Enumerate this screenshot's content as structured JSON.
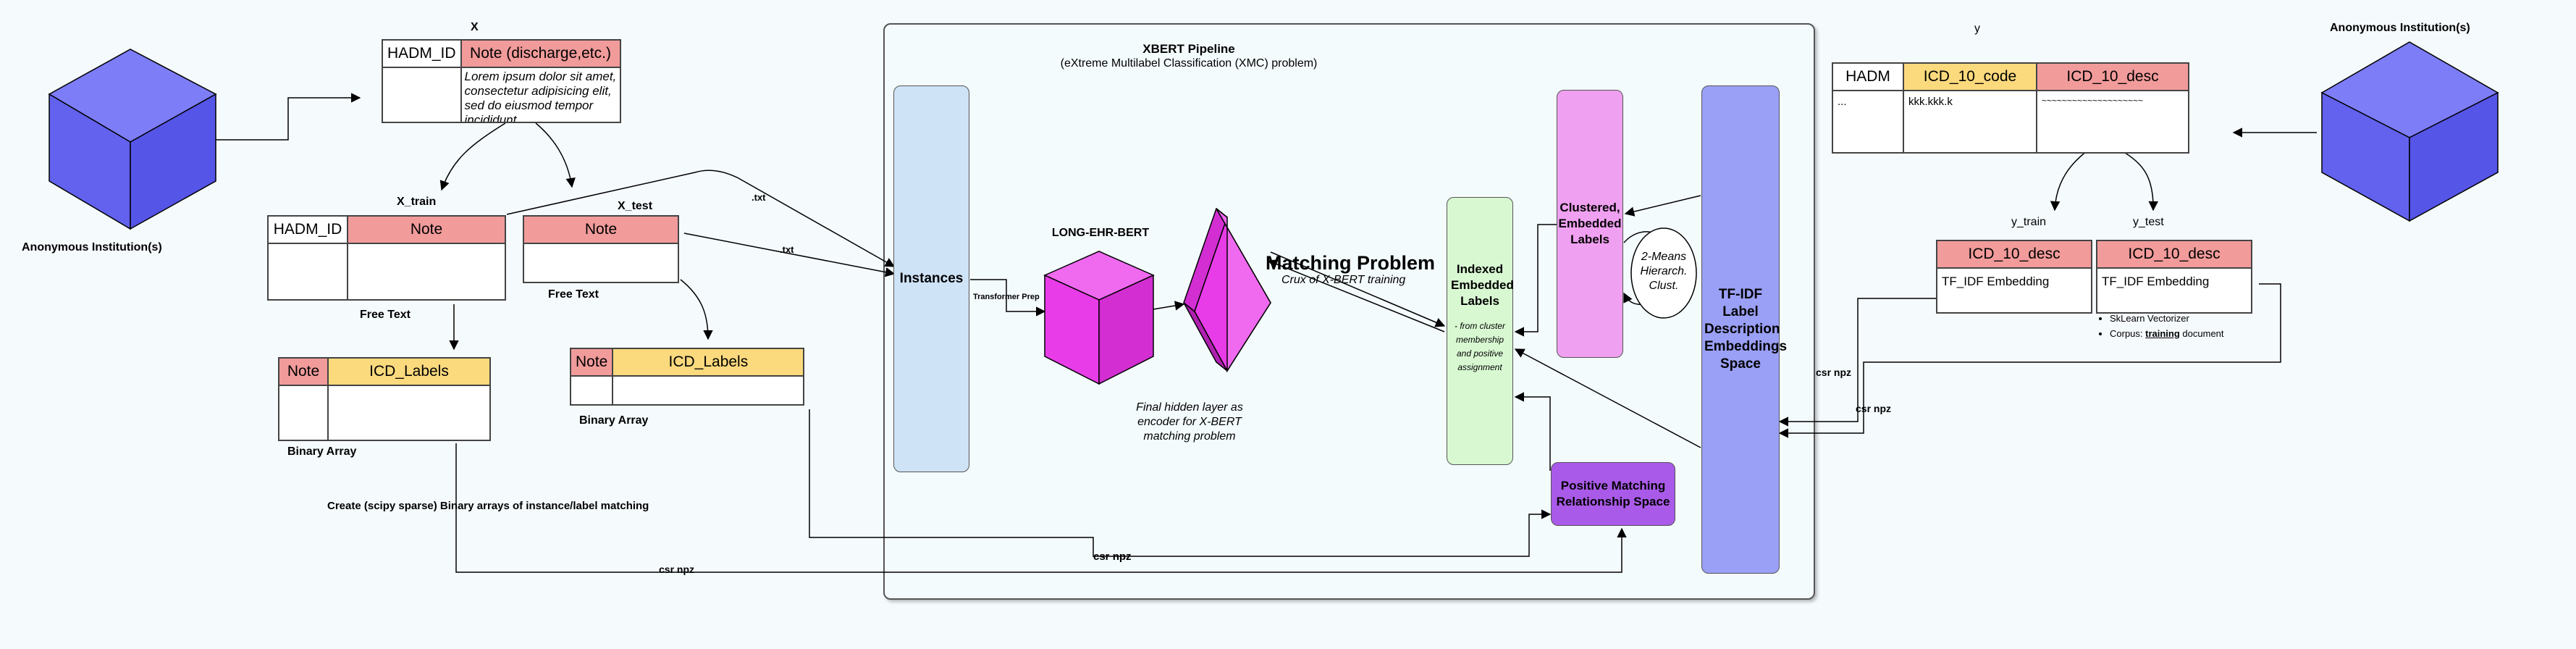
{
  "left_institution": {
    "label": "Anonymous Institution(s)",
    "color": "#6b6bf5"
  },
  "right_institution": {
    "label": "Anonymous Institution(s)",
    "color": "#6b6bf5"
  },
  "x_table": {
    "title": "X",
    "headers": [
      "HADM_ID",
      "Note (discharge,etc.)"
    ],
    "body_text": "Lorem ipsum dolor sit amet, consectetur adipisicing elit, sed do eiusmod tempor incididunt"
  },
  "x_train": {
    "title": "X_train",
    "headers": [
      "HADM_ID",
      "Note"
    ],
    "caption": "Free Text"
  },
  "x_test": {
    "title": "X_test",
    "headers": [
      "Note"
    ],
    "caption": "Free Text"
  },
  "binary_left": {
    "headers": [
      "Note",
      "ICD_Labels"
    ],
    "caption": "Binary Array"
  },
  "binary_right": {
    "headers": [
      "Note",
      "ICD_Labels"
    ],
    "caption": "Binary Array"
  },
  "sparse_note": "Create (scipy sparse) Binary arrays of instance/label matching",
  "edge_labels": {
    "txt_1": ".txt",
    "txt_2": ".txt",
    "csr_npz_1": "csr npz",
    "csr_npz_2": "csr npz",
    "csr_npz_3": "csr npz",
    "csr_npz_4": "csr npz",
    "transformer_prep": "Transformer Prep"
  },
  "pipeline": {
    "title": "XBERT Pipeline",
    "subtitle": "(eXtreme Multilabel Classification (XMC) problem)",
    "instances": "Instances",
    "long_ehr_bert": "LONG-EHR-BERT",
    "final_hidden": "Final hidden layer as encoder for X-BERT matching problem",
    "matching_title": "Matching Problem",
    "matching_subtitle": "Crux of X-BERT training",
    "indexed": "Indexed Embedded Labels",
    "indexed_note": "- from cluster membership and positive assignment",
    "clustered": "Clustered, Embedded Labels",
    "two_means": "2-Means Hierarch. Clust.",
    "positive_matching": "Positive Matching Relationship Space",
    "tfidf_space": "TF-IDF Label Description Embeddings Space",
    "colors": {
      "instances": "#cfe3f7",
      "cube": "#e83ce8",
      "indexed": "#d8f8d2",
      "clustered": "#f0a0f0",
      "tfidf": "#9aa0f5",
      "positive": "#a95ae8"
    }
  },
  "y_table": {
    "title": "y",
    "headers": [
      "HADM",
      "ICD_10_code",
      "ICD_10_desc"
    ],
    "row": [
      "...",
      "kkk.kkk.k",
      "~~~~~~~~~~~~~~~~~~~~"
    ]
  },
  "y_train": {
    "title": "y_train",
    "header": "ICD_10_desc",
    "cell": "TF_IDF Embedding"
  },
  "y_test": {
    "title": "y_test",
    "header": "ICD_10_desc",
    "cell": "TF_IDF Embedding"
  },
  "bullets": {
    "item1": "SkLearn Vectorizer",
    "item2_prefix": "Corpus: ",
    "item2_emph": "training",
    "item2_suffix": " document"
  }
}
